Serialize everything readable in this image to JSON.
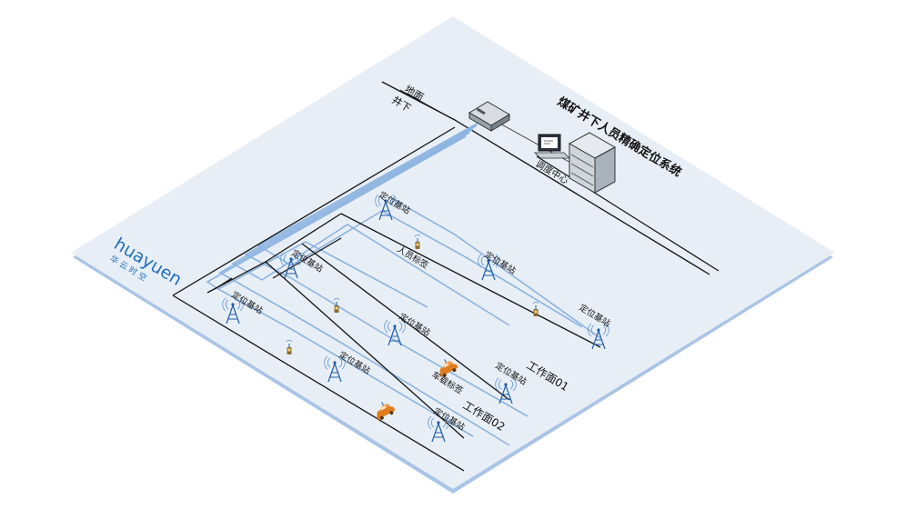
{
  "title": "煤矿井下人员精确定位系统",
  "labels": {
    "surface": "地面",
    "underground": "井下",
    "dispatch_center": "调度中心",
    "base_station": "定位基站",
    "personnel_tag": "人员标签",
    "vehicle_tag": "车载标签",
    "workface_1": "工作面01",
    "workface_2": "工作面02"
  },
  "logo": {
    "brand": "huayuen",
    "brand_cn": "华云时空"
  },
  "colors": {
    "platform": "#e8eef5",
    "platform_edge": "#a9c4e6",
    "fiber": "#8bb3e0",
    "rail": "#111111",
    "tower": "#1f5ea8",
    "vehicle": "#e07b1e",
    "logo": "#1e6fb8"
  },
  "icons": [
    "network-switch-icon",
    "laptop-icon",
    "server-rack-icon",
    "antenna-tower-icon",
    "person-tag-icon",
    "vehicle-icon"
  ]
}
